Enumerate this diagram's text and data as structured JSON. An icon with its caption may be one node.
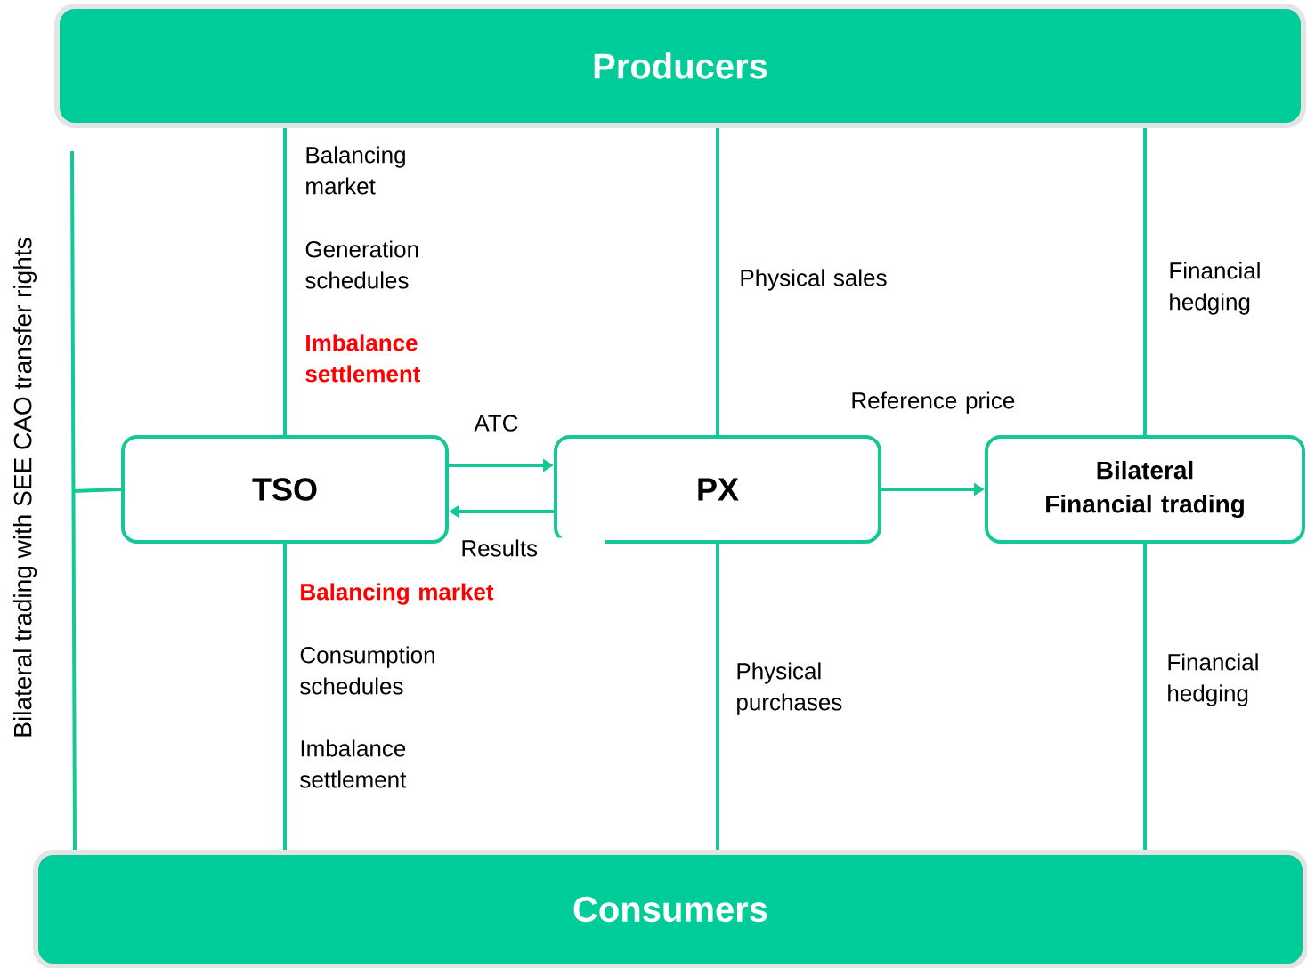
{
  "diagram": {
    "nodes": [
      {
        "text": [
          "Producers"
        ]
      },
      {
        "text": [
          "Consumers"
        ]
      },
      {
        "text": [
          "TSO"
        ]
      },
      {
        "text": [
          "PX"
        ]
      },
      {
        "text": [
          "Bilateral Financial trading"
        ]
      }
    ],
    "edges": [
      {
        "from": 0,
        "to": 2,
        "arrow": "none"
      },
      {
        "from": 0,
        "to": 3,
        "arrow": "none",
        "label": "Physical sales"
      },
      {
        "from": 0,
        "to": 4,
        "arrow": "none",
        "label": "Financial hedging"
      },
      {
        "from": 2,
        "to": 1,
        "arrow": "none"
      },
      {
        "from": 3,
        "to": 1,
        "arrow": "none",
        "label": "Physical purchases"
      },
      {
        "from": 4,
        "to": 1,
        "arrow": "none",
        "label": "Financial hedging"
      },
      {
        "from": 2,
        "to": 3,
        "arrow": "to",
        "label": "ATC"
      },
      {
        "from": 3,
        "to": 2,
        "arrow": "to",
        "label": "Results"
      },
      {
        "from": 3,
        "to": 4,
        "arrow": "to",
        "label": "Reference price"
      },
      {
        "from": 2,
        "to": 1,
        "arrow": "none"
      }
    ],
    "labels": [
      "Bilateral trading with SEE CAO transfer rights",
      "Balancing market",
      "Generation schedules",
      "Imbalance settlement",
      "Balancing market",
      "Consumption schedules",
      "Imbalance settlement"
    ]
  }
}
